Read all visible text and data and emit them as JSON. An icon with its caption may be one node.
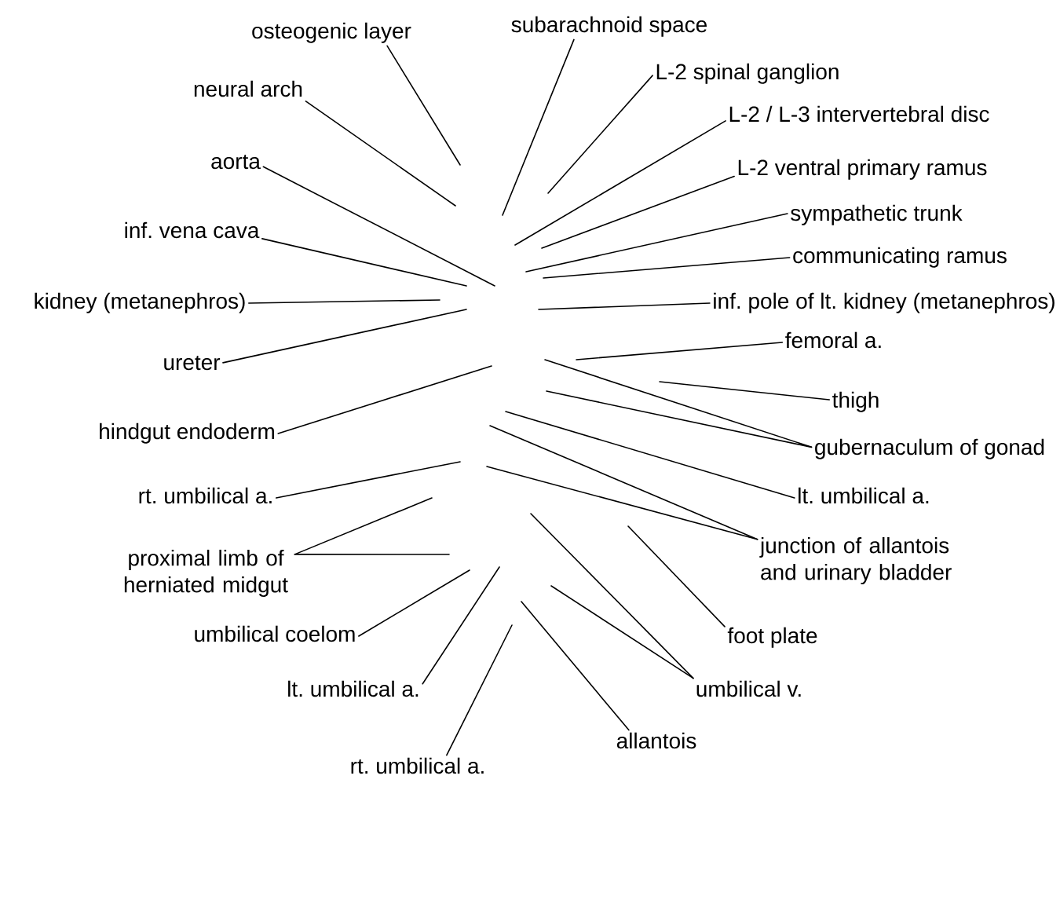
{
  "diagram": {
    "nodes": [
      {
        "text": [
          "subarachnoid space"
        ]
      },
      {
        "text": [
          "osteogenic layer"
        ]
      },
      {
        "text": [
          "L-2 spinal ganglion"
        ]
      },
      {
        "text": [
          "neural arch"
        ]
      },
      {
        "text": [
          "L-2 / L-3 intervertebral disc"
        ]
      },
      {
        "text": [
          "aorta"
        ]
      },
      {
        "text": [
          "L-2 ventral primary ramus"
        ]
      },
      {
        "text": [
          "sympathetic trunk"
        ]
      },
      {
        "text": [
          "inf. vena cava"
        ]
      },
      {
        "text": [
          "communicating ramus"
        ]
      },
      {
        "text": [
          "kidney (metanephros)"
        ]
      },
      {
        "text": [
          "inf. pole of lt. kidney (metanephros)"
        ]
      },
      {
        "text": [
          "femoral a."
        ]
      },
      {
        "text": [
          "ureter"
        ]
      },
      {
        "text": [
          "thigh"
        ]
      },
      {
        "text": [
          "hindgut endoderm"
        ]
      },
      {
        "text": [
          "gubernaculum of gonad"
        ]
      },
      {
        "text": [
          "rt. umbilical a."
        ]
      },
      {
        "text": [
          "lt. umbilical a."
        ]
      },
      {
        "text": [
          "junction of allantois and urinary bladder"
        ]
      },
      {
        "text": [
          "proximal limb of herniated midgut"
        ]
      },
      {
        "text": [
          "umbilical coelom"
        ]
      },
      {
        "text": [
          "foot plate"
        ]
      },
      {
        "text": [
          "lt. umbilical a."
        ]
      },
      {
        "text": [
          "umbilical v."
        ]
      },
      {
        "text": [
          "allantois"
        ]
      },
      {
        "text": [
          "rt. umbilical a."
        ]
      }
    ],
    "edges": [
      {
        "from": 0,
        "to": null,
        "arrow": "none"
      },
      {
        "from": 1,
        "to": null,
        "arrow": "none"
      },
      {
        "from": 2,
        "to": null,
        "arrow": "none"
      },
      {
        "from": 3,
        "to": null,
        "arrow": "none"
      },
      {
        "from": 4,
        "to": null,
        "arrow": "none"
      },
      {
        "from": 5,
        "to": null,
        "arrow": "none"
      },
      {
        "from": 6,
        "to": null,
        "arrow": "none"
      },
      {
        "from": 7,
        "to": null,
        "arrow": "none"
      },
      {
        "from": 8,
        "to": null,
        "arrow": "none"
      },
      {
        "from": 9,
        "to": null,
        "arrow": "none"
      },
      {
        "from": 10,
        "to": null,
        "arrow": "none"
      },
      {
        "from": 11,
        "to": null,
        "arrow": "none"
      },
      {
        "from": 12,
        "to": null,
        "arrow": "none"
      },
      {
        "from": 13,
        "to": null,
        "arrow": "none"
      },
      {
        "from": 14,
        "to": null,
        "arrow": "none"
      },
      {
        "from": 15,
        "to": null,
        "arrow": "none"
      },
      {
        "from": 16,
        "to": null,
        "arrow": "none"
      },
      {
        "from": 16,
        "to": null,
        "arrow": "none"
      },
      {
        "from": 17,
        "to": null,
        "arrow": "none"
      },
      {
        "from": 18,
        "to": null,
        "arrow": "none"
      },
      {
        "from": 19,
        "to": null,
        "arrow": "none"
      },
      {
        "from": 19,
        "to": null,
        "arrow": "none"
      },
      {
        "from": 20,
        "to": null,
        "arrow": "none"
      },
      {
        "from": 20,
        "to": null,
        "arrow": "none"
      },
      {
        "from": 21,
        "to": null,
        "arrow": "none"
      },
      {
        "from": 22,
        "to": null,
        "arrow": "none"
      },
      {
        "from": 23,
        "to": null,
        "arrow": "none"
      },
      {
        "from": 24,
        "to": null,
        "arrow": "none"
      },
      {
        "from": 24,
        "to": null,
        "arrow": "none"
      },
      {
        "from": 25,
        "to": null,
        "arrow": "none"
      },
      {
        "from": 26,
        "to": null,
        "arrow": "none"
      }
    ]
  }
}
